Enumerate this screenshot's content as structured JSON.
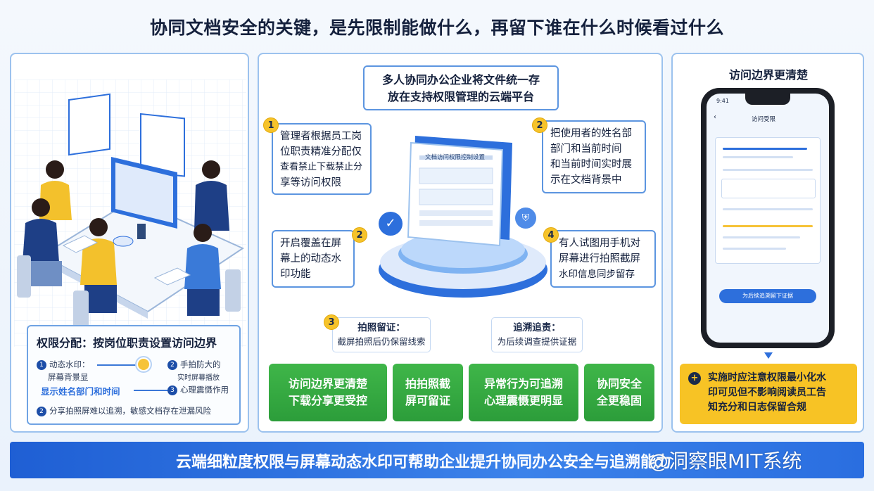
{
  "title": "协同文档安全的关键，是先限制能做什么，再留下谁在什么时候看过什么",
  "left": {
    "box_title": "权限分配：按岗位职责设置访问边界",
    "rows": [
      "动态水印：",
      "屏幕背景显",
      "显示姓名部门和时间",
      "手拍防大的",
      "实时屏幕播放",
      "心理震慑作用",
      "分享拍照屏难以追溯，敏感文档存在泄漏风险"
    ],
    "nums": [
      "1",
      "2",
      "3"
    ]
  },
  "mid": {
    "top_text_1": "多人协同办公企业将文件统一存",
    "top_text_2": "放在支持权限管理的云端平台",
    "card1": [
      "管理者根据员工岗",
      "位职责精准分配仅",
      "查看禁止下载禁止分",
      "享等访问权限"
    ],
    "card2": [
      "把使用者的姓名部",
      "部门和当前时间",
      "和当前时间实时展",
      "示在文档背景中"
    ],
    "card3": [
      "开启覆盖在屏",
      "幕上的动态水",
      "印功能"
    ],
    "card4": [
      "有人试图用手机对",
      "屏幕进行拍照截屏",
      "水印信息同步留存"
    ],
    "badges": [
      "1",
      "2",
      "2",
      "4",
      "3"
    ],
    "tag_left_title": "拍照留证：",
    "tag_left_sub": "截屏拍照后仍保留线索",
    "tag_right_title": "追溯追责：",
    "tag_right_sub": "为后续调查提供证据",
    "doc_header": "文档访问权限控制设置",
    "buttons": [
      [
        "访问边界更清楚",
        "下载分享更受控"
      ],
      [
        "拍拍照截",
        "屏可留证"
      ],
      [
        "异常行为可追溯",
        "心理震慑更明显"
      ],
      [
        "协同安全",
        "全更稳固"
      ]
    ]
  },
  "right": {
    "title": "访问边界更清楚",
    "phone_time": "9:41",
    "phone_header": "访问受限",
    "phone_btn": "为后续追溯留下证据",
    "tip": [
      "实施时应注意权限最小化水",
      "印可见但不影响阅读员工告",
      "知充分和日志保留合规"
    ]
  },
  "bottom_text": "云端细粒度权限与屏幕动态水印可帮助企业提升协同办公安全与追溯能力",
  "watermark": "@洞察眼MIT系统",
  "colors": {
    "accent": "#2d6fdc",
    "green": "#3fb649",
    "yellow": "#f7c325"
  }
}
